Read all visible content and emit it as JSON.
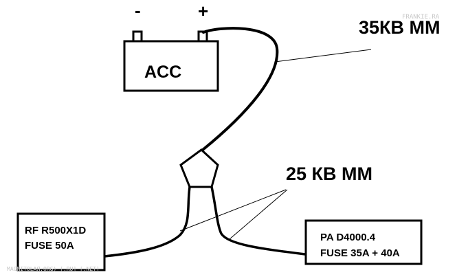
{
  "battery": {
    "label": "ACC",
    "negative": "-",
    "positive": "+"
  },
  "cables": {
    "main_label": "35КВ ММ",
    "branch_label": "25 КВ ММ"
  },
  "devices": {
    "left_line1": "RF R500X1D",
    "left_line2": "FUSE 50A",
    "right_line1": "PA D4000.4",
    "right_line2": "FUSE 35A + 40A"
  },
  "watermarks": {
    "top_right": "FRANKIE.RA",
    "bottom_left": "MAGNITOLAЯ.ORG) [.RU] [.NET]"
  },
  "colors": {
    "line": "#000000",
    "background": "#ffffff",
    "watermark": "#c8c8c8"
  }
}
